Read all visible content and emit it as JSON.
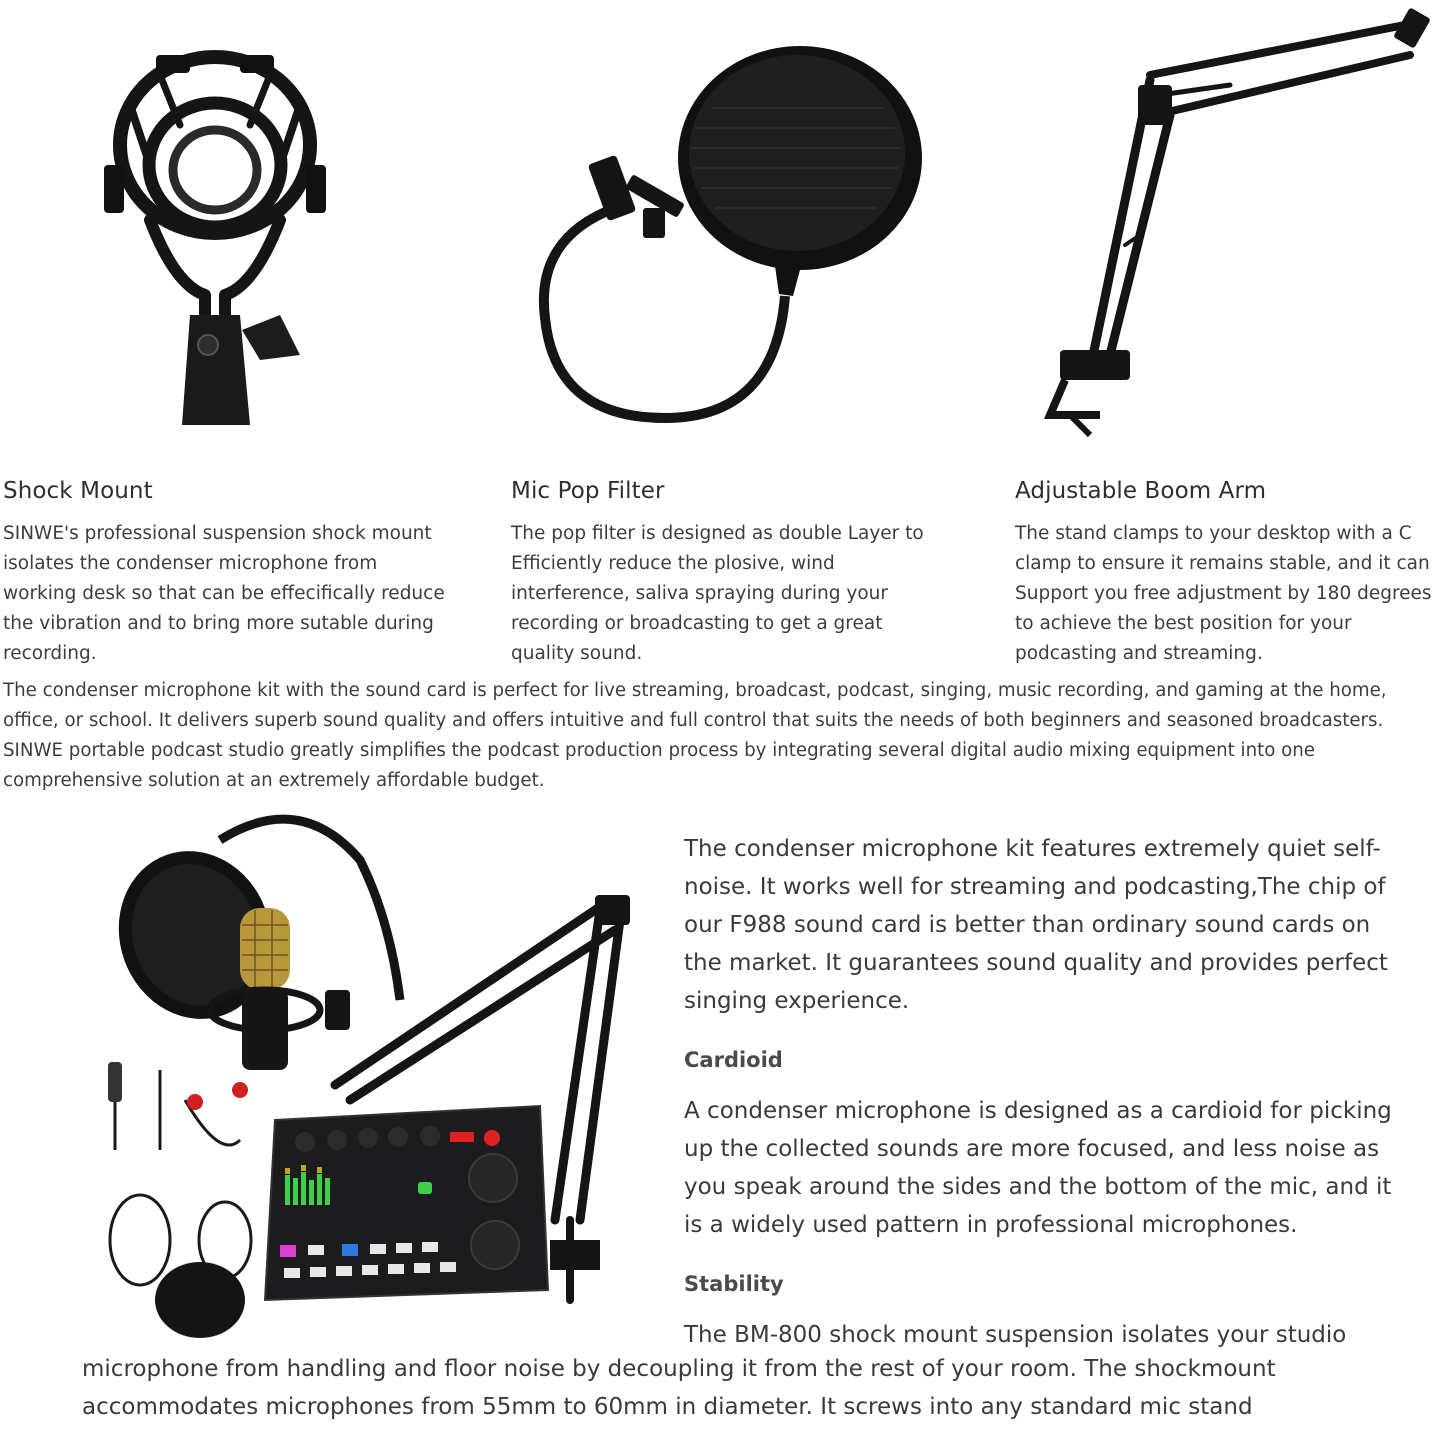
{
  "features": [
    {
      "title": "Shock Mount",
      "image_label": "shock-mount-image",
      "lines": [
        "SINWE's professional suspension shock mount",
        "isolates the condenser microphone from",
        "working desk so that can be effecifically reduce",
        "the vibration and to bring more sutable during",
        "recording."
      ]
    },
    {
      "title": "Mic Pop Filter",
      "image_label": "pop-filter-image",
      "lines": [
        "The pop filter is designed as double Layer to",
        "Efficiently reduce the plosive, wind",
        "interference, saliva spraying during your",
        "recording or broadcasting to get a great",
        "quality sound."
      ]
    },
    {
      "title": "Adjustable Boom Arm",
      "image_label": "boom-arm-image",
      "lines": [
        "The stand clamps to your desktop with a C",
        "clamp to ensure it remains stable, and it can",
        "Support you free adjustment by 180 degrees",
        "to achieve the best position for your",
        "podcasting and streaming."
      ]
    }
  ],
  "intro": {
    "lines": [
      "The condenser microphone kit with the sound card is perfect for live streaming, broadcast, podcast, singing, music recording, and gaming at the home,",
      "office, or school. It delivers superb sound quality and offers intuitive and full control that suits the needs of both beginners and seasoned broadcasters.",
      "SINWE portable podcast studio greatly simplifies the podcast production process by integrating several digital audio mixing equipment into one",
      "comprehensive solution at an extremely affordable budget."
    ]
  },
  "kit": {
    "paragraph_lines": [
      "The condenser microphone kit features extremely quiet self-",
      "noise. It works well for streaming and podcasting,The chip of",
      "our F988 sound card is better than ordinary sound cards on",
      "the market. It guarantees sound quality and provides perfect",
      "singing experience."
    ],
    "cardioid": {
      "heading": "Cardioid",
      "lines": [
        "A condenser microphone is designed as a cardioid for picking",
        "up the collected sounds are more focused, and less noise as",
        "you speak around the sides and the bottom of the mic, and it",
        "is a widely used pattern in professional microphones."
      ]
    },
    "stability": {
      "heading": "Stability",
      "first_line": "The BM-800 shock mount suspension isolates your studio",
      "wide_lines": [
        "microphone from handling and floor noise by decoupling it from the rest of your room. The shockmount",
        "accommodates microphones from 55mm to 60mm in diameter. It screws into any standard mic stand"
      ]
    }
  },
  "colors": {
    "text": "#3d3d3d",
    "product_black": "#141414",
    "mic_gold": "#b8963c",
    "card_red": "#e02020",
    "card_green": "#3fd04a",
    "card_pink": "#e040d0",
    "card_blue": "#2a7ae0"
  }
}
